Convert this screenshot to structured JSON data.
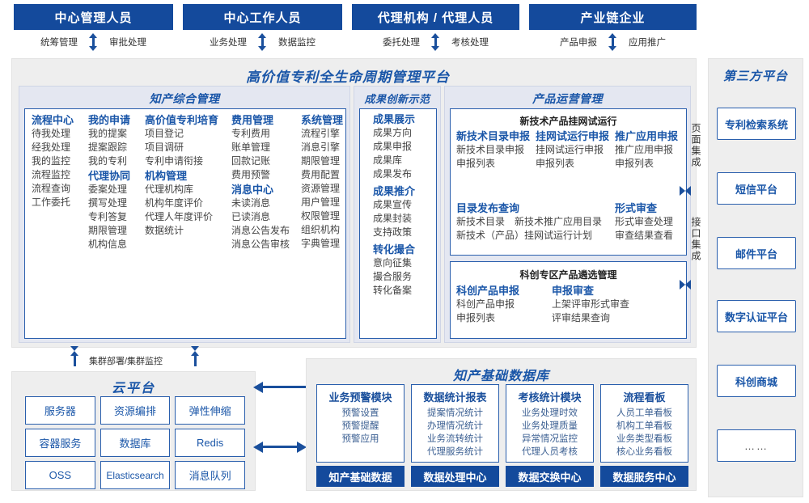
{
  "roles": [
    {
      "title": "中心管理人员",
      "left_action": "统筹管理",
      "right_action": "审批处理"
    },
    {
      "title": "中心工作人员",
      "left_action": "业务处理",
      "right_action": "数据监控"
    },
    {
      "title": "代理机构 / 代理人员",
      "left_action": "委托处理",
      "right_action": "考核处理"
    },
    {
      "title": "产业链企业",
      "left_action": "产品申报",
      "right_action": "应用推广"
    }
  ],
  "platform": {
    "title": "高价值专利全生命周期管理平台",
    "sections": {
      "ip_management": {
        "title": "知产综合管理",
        "columns": [
          {
            "groups": [
              {
                "head": "流程中心",
                "items": [
                  "待我处理",
                  "经我处理",
                  "我的监控",
                  "流程监控",
                  "流程查询",
                  "工作委托"
                ]
              }
            ]
          },
          {
            "groups": [
              {
                "head": "我的申请",
                "items": [
                  "我的提案",
                  "提案跟踪",
                  "我的专利"
                ]
              },
              {
                "head": "代理协同",
                "items": [
                  "委案处理",
                  "撰写处理",
                  "专利答复",
                  "期限管理",
                  "机构信息"
                ]
              }
            ]
          },
          {
            "groups": [
              {
                "head": "高价值专利培育",
                "items": [
                  "项目登记",
                  "项目调研",
                  "专利申请衔接"
                ]
              },
              {
                "head": "机构管理",
                "items": [
                  "代理机构库",
                  "机构年度评价",
                  "代理人年度评价",
                  "数据统计"
                ]
              }
            ]
          },
          {
            "groups": [
              {
                "head": "费用管理",
                "items": [
                  "专利费用",
                  "账单管理",
                  "回款记账",
                  "费用预警"
                ]
              },
              {
                "head": "消息中心",
                "items": [
                  "未读消息",
                  "已读消息",
                  "消息公告发布",
                  "消息公告审核"
                ]
              }
            ]
          },
          {
            "groups": [
              {
                "head": "系统管理",
                "items": [
                  "流程引擎",
                  "消息引擎",
                  "期限管理",
                  "费用配置",
                  "资源管理",
                  "用户管理",
                  "权限管理",
                  "组织机构",
                  "字典管理"
                ]
              }
            ]
          }
        ]
      },
      "achievement": {
        "title": "成果创新示范",
        "groups": [
          {
            "head": "成果展示",
            "items": [
              "成果方向",
              "成果申报",
              "成果库",
              "成果发布"
            ]
          },
          {
            "head": "成果推介",
            "items": [
              "成果宣传",
              "成果封装",
              "支持政策"
            ]
          },
          {
            "head": "转化撮合",
            "items": [
              "意向征集",
              "撮合服务",
              "转化备案"
            ]
          }
        ]
      },
      "product_ops": {
        "title": "产品运营管理",
        "box1": {
          "head": "新技术产品挂网试运行",
          "row1": [
            {
              "head": "新技术目录申报",
              "items": [
                "新技术目录申报",
                "申报列表"
              ]
            },
            {
              "head": "挂网试运行申报",
              "items": [
                "挂网试运行申报",
                "申报列表"
              ]
            },
            {
              "head": "推广应用申报",
              "items": [
                "推广应用申报",
                "申报列表"
              ]
            }
          ],
          "row2_left": {
            "head": "目录发布查询",
            "items": [
              "新技术目录",
              "新技术推广应用目录",
              "新技术（产品）挂网试运行计划"
            ]
          },
          "row2_right": {
            "head": "形式审查",
            "items": [
              "形式审查处理",
              "审查结果查看"
            ]
          }
        },
        "box2": {
          "head": "科创专区产品遴选管理",
          "cols": [
            {
              "head": "科创产品申报",
              "items": [
                "科创产品申报",
                "申报列表"
              ]
            },
            {
              "head": "申报审查",
              "items": [
                "上架评审形式审查",
                "评审结果查询"
              ]
            }
          ]
        }
      }
    },
    "integration": [
      {
        "label": "页面集成"
      },
      {
        "label": "接口集成"
      }
    ]
  },
  "third_party": {
    "title": "第三方平台",
    "items": [
      "专利检索系统",
      "短信平台",
      "邮件平台",
      "数字认证平台",
      "科创商城",
      "……"
    ]
  },
  "cloud": {
    "connector_label": "集群部署/集群监控",
    "title": "云平台",
    "cells": [
      "服务器",
      "资源编排",
      "弹性伸缩",
      "容器服务",
      "数据库",
      "Redis",
      "OSS",
      "Elasticsearch",
      "消息队列"
    ]
  },
  "database": {
    "title": "知产基础数据库",
    "columns": [
      {
        "head": "业务预警模块",
        "items": [
          "预警设置",
          "预警提醒",
          "预警应用"
        ],
        "footer": "知产基础数据"
      },
      {
        "head": "数据统计报表",
        "items": [
          "提案情况统计",
          "办理情况统计",
          "业务流转统计",
          "代理服务统计"
        ],
        "footer": "数据处理中心"
      },
      {
        "head": "考核统计模块",
        "items": [
          "业务处理时效",
          "业务处理质量",
          "异常情况监控",
          "代理人员考核"
        ],
        "footer": "数据交换中心"
      },
      {
        "head": "流程看板",
        "items": [
          "人员工单看板",
          "机构工单看板",
          "业务类型看板",
          "核心业务看板"
        ],
        "footer": "数据服务中心"
      }
    ]
  },
  "colors": {
    "brand_blue": "#144a9c",
    "title_blue": "#1a56a8",
    "panel_gray": "#eeeeee",
    "section_bg": "#e4e7f1",
    "arrow_blue": "#1a4f9c"
  }
}
